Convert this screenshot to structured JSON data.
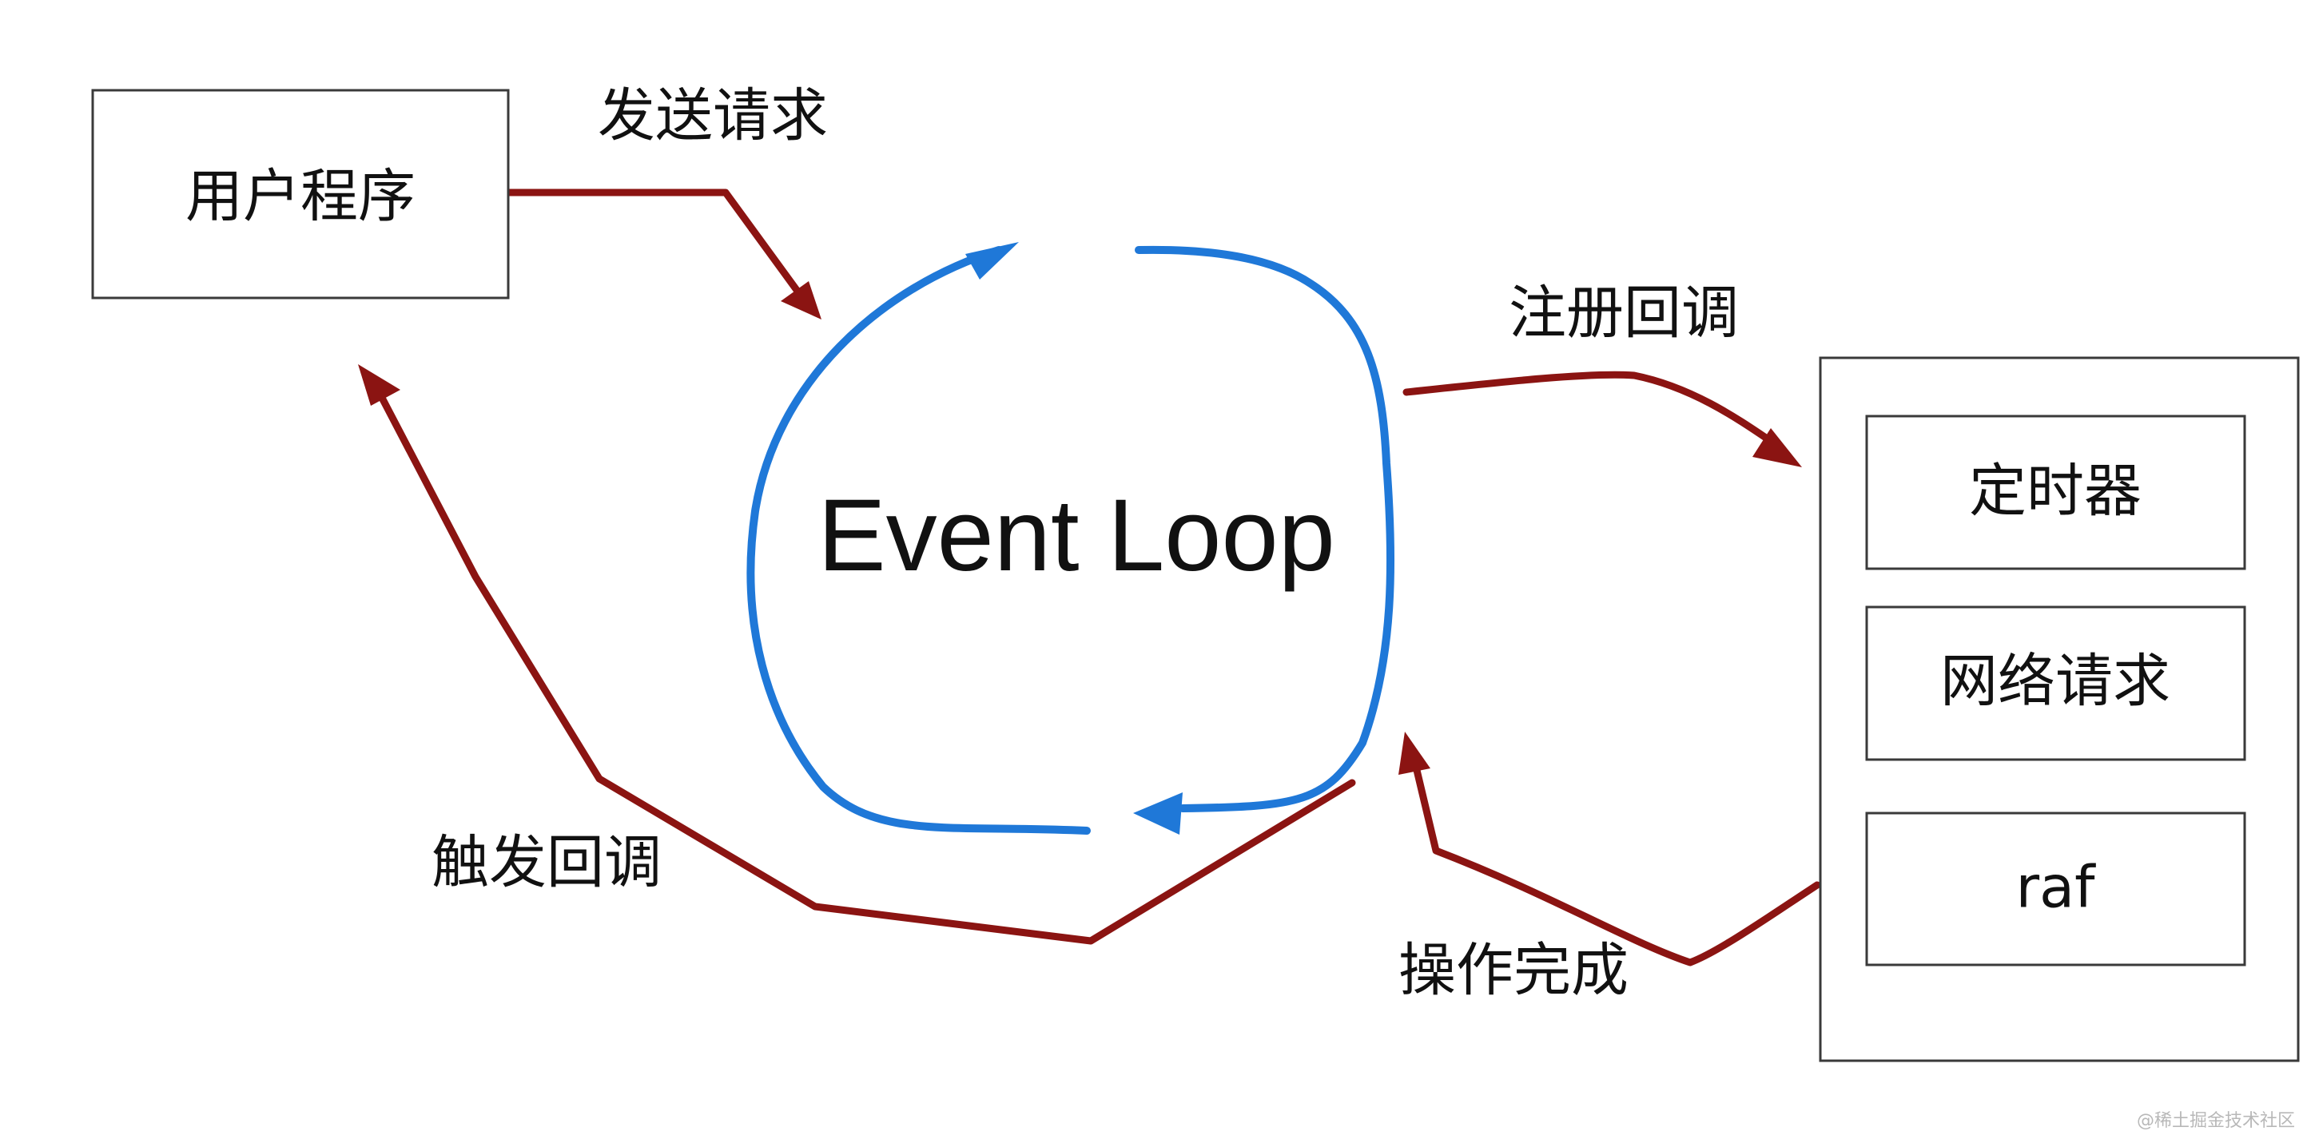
{
  "nodes": {
    "user_program": "用户程序",
    "event_loop": "Event Loop",
    "timer": "定时器",
    "network_request": "网络请求",
    "raf": "raf"
  },
  "edges": {
    "send_request": "发送请求",
    "register_callback": "注册回调",
    "trigger_callback": "触发回调",
    "operation_complete": "操作完成"
  },
  "watermark": "@稀土掘金技术社区",
  "colors": {
    "loop": "#1f78d8",
    "flow": "#8b1412",
    "box_border": "#3a3a3a"
  }
}
